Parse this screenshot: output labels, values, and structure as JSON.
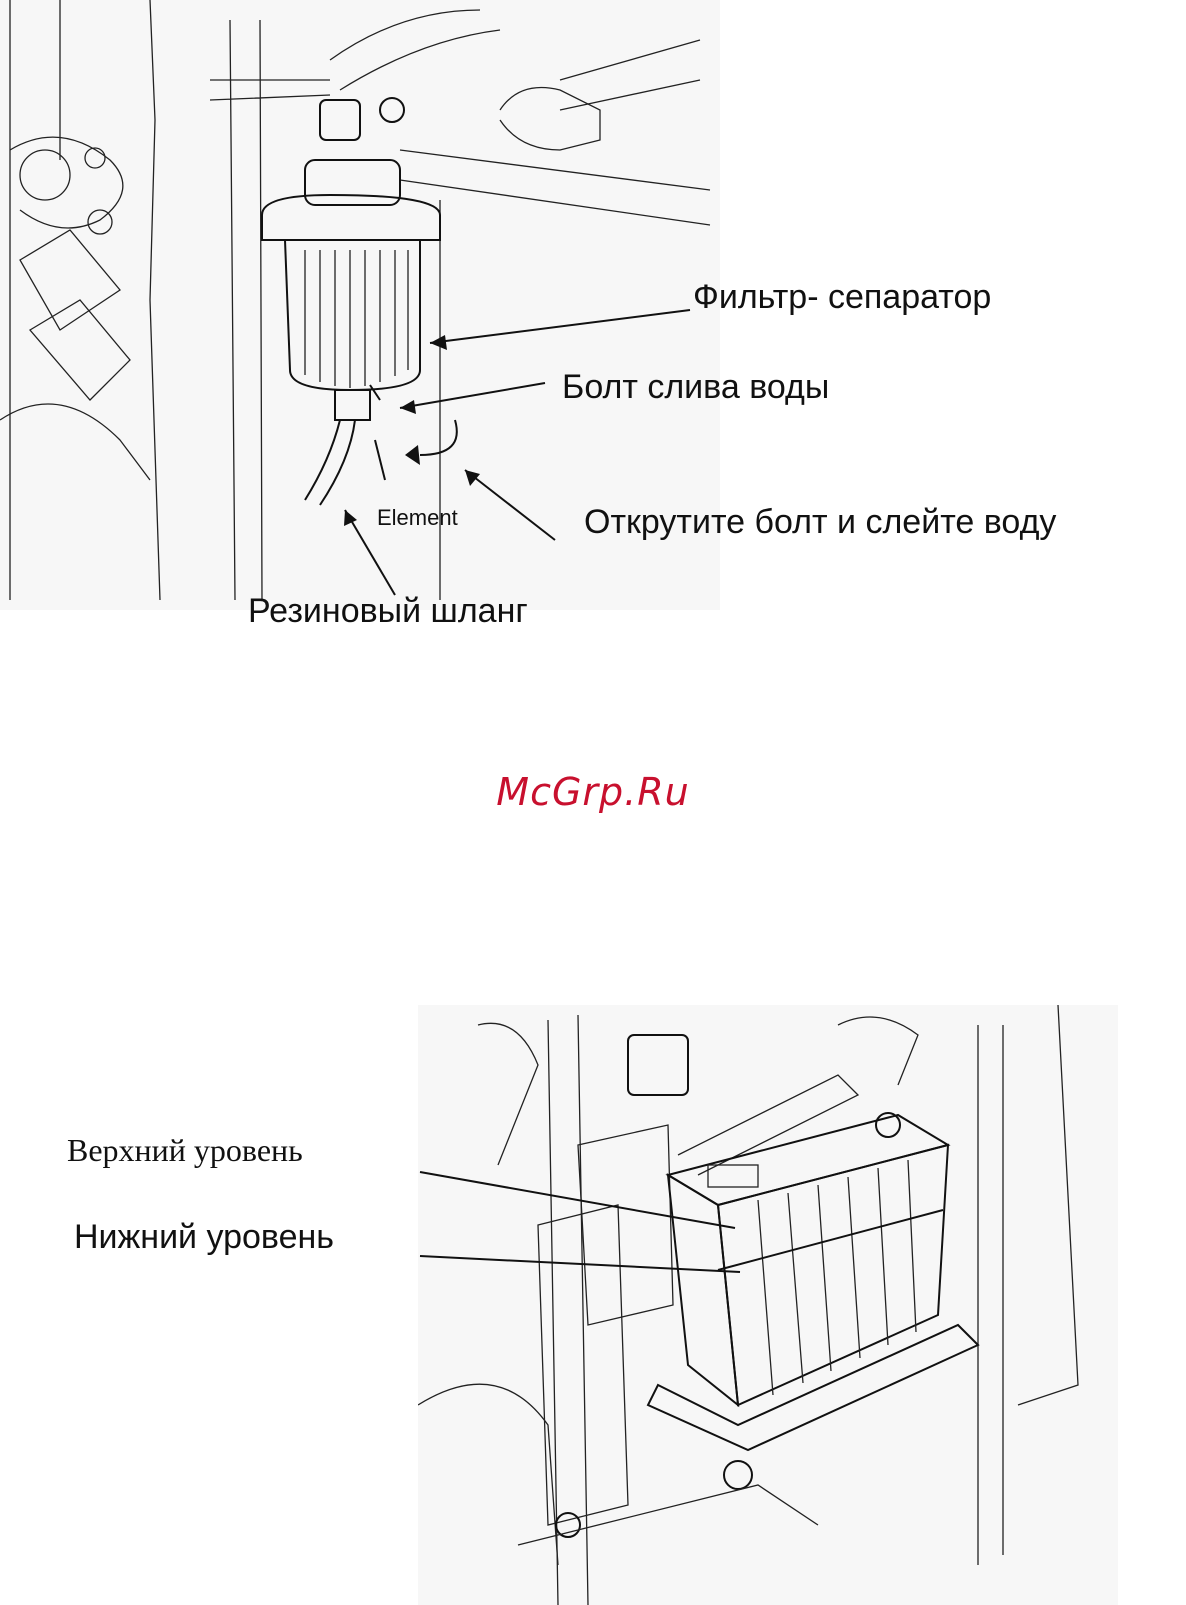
{
  "figure_top": {
    "labels": {
      "filter_separator": "Фильтр- сепаратор",
      "drain_bolt": "Болт слива воды",
      "element": "Element",
      "unscrew_instruction": "Открутите болт и слейте воду",
      "rubber_hose": "Резиновый шланг"
    }
  },
  "watermark": "McGrp.Ru",
  "figure_bottom": {
    "labels": {
      "upper_level": "Верхний уровень",
      "lower_level": "Нижний уровень"
    }
  }
}
